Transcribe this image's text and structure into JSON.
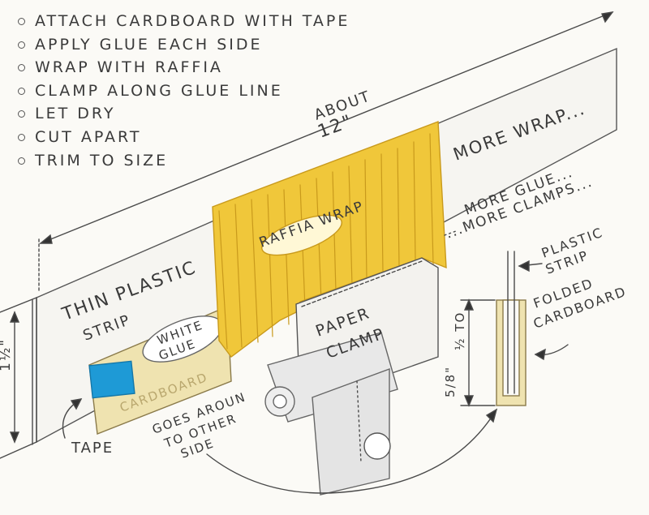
{
  "steps": [
    "ATTACH CARDBOARD WITH TAPE",
    "APPLY GLUE EACH SIDE",
    "WRAP WITH RAFFIA",
    "CLAMP ALONG GLUE LINE",
    "LET DRY",
    "CUT APART",
    "TRIM TO SIZE"
  ],
  "labels": {
    "about": "ABOUT",
    "twelve": "12\"",
    "more_wrap": "MORE WRAP...",
    "more_glue": "MORE GLUE...",
    "more_clamps": "...MORE CLAMPS...",
    "thin_plastic": "THIN PLASTIC",
    "strip": "STRIP",
    "raffia_wrap": "RAFFIA WRAP",
    "white": "WHITE",
    "glue": "GLUE",
    "cardboard": "CARDBOARD",
    "paper": "PAPER",
    "clamp": "CLAMP",
    "one_half": "1½\"",
    "tape": "TAPE",
    "goes_around_1": "GOES AROUN",
    "goes_around_2": "TO OTHER",
    "goes_around_3": "SIDE",
    "plastic": "PLASTIC",
    "strip_2": "STRIP",
    "folded": "FOLDED",
    "cardboard_2": "CARDBOARD",
    "half_to": "½ TO",
    "five_eighths": "5/8\""
  },
  "colors": {
    "raffia": "#f0c73a",
    "raffia_dark": "#c99a1c",
    "tape": "#1e9ad6",
    "cardboard": "#efe3b0",
    "pencil": "#4a4a4a"
  }
}
